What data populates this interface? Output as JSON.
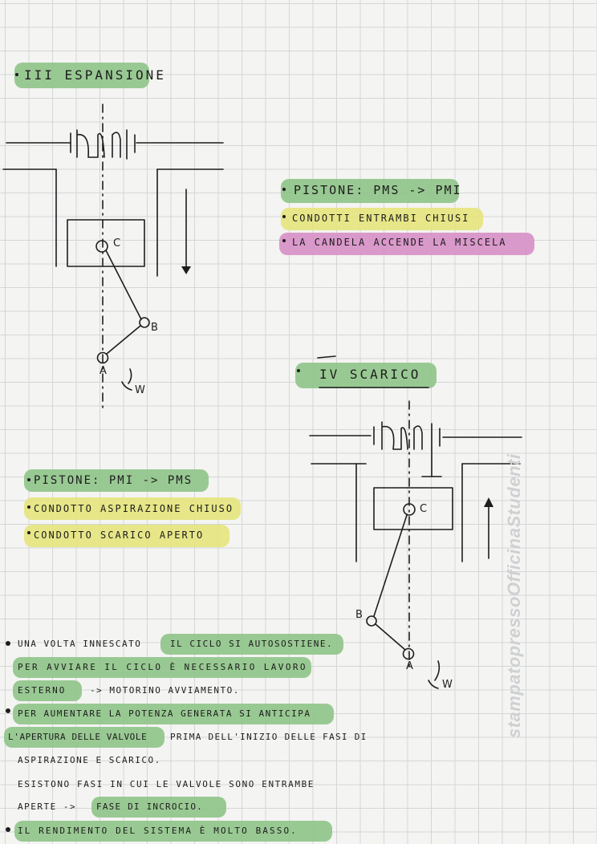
{
  "section3": {
    "title": "III ESPANSIONE",
    "bullets": [
      "PISTONE: PMS -> PMI",
      "CONDOTTI ENTRAMBI CHIUSI",
      "LA CANDELA ACCENDE LA MISCELA"
    ],
    "labels": {
      "c": "C",
      "b": "B",
      "a": "A",
      "w": "W"
    }
  },
  "section4": {
    "title": "IV SCARICO",
    "labels": {
      "c": "C",
      "b": "B",
      "a": "A",
      "w": "W"
    }
  },
  "left_bullets": [
    "PISTONE: PMI -> PMS",
    "CONDOTTO ASPIRAZIONE CHIUSO",
    "CONDOTTO SCARICO APERTO"
  ],
  "notes": {
    "l1a": "UNA VOLTA INNESCATO",
    "l1b": "IL CICLO SI AUTOSOSTIENE.",
    "l2": "PER AVVIARE IL CICLO È NECESSARIO LAVORO",
    "l3a": "ESTERNO",
    "l3b": "-> MOTORINO AVVIAMENTO.",
    "l4": "PER AUMENTARE LA POTENZA GENERATA SI ANTICIPA",
    "l5a": "L'APERTURA DELLE VALVOLE",
    "l5b": "PRIMA DELL'INIZIO DELLE FASI DI",
    "l6": "ASPIRAZIONE E SCARICO.",
    "l7": "ESISTONO FASI IN CUI LE VALVOLE SONO ENTRAMBE",
    "l8a": "APERTE ->",
    "l8b": "FASE DI INCROCIO.",
    "l9": "IL RENDIMENTO DEL SISTEMA È MOLTO BASSO."
  },
  "watermark": "stampatopressoOfficinaStudenti",
  "colors": {
    "green": "#8fc488",
    "yellow": "#e6e47c",
    "pink": "#d78fc7",
    "ink": "#1d1d1d"
  }
}
